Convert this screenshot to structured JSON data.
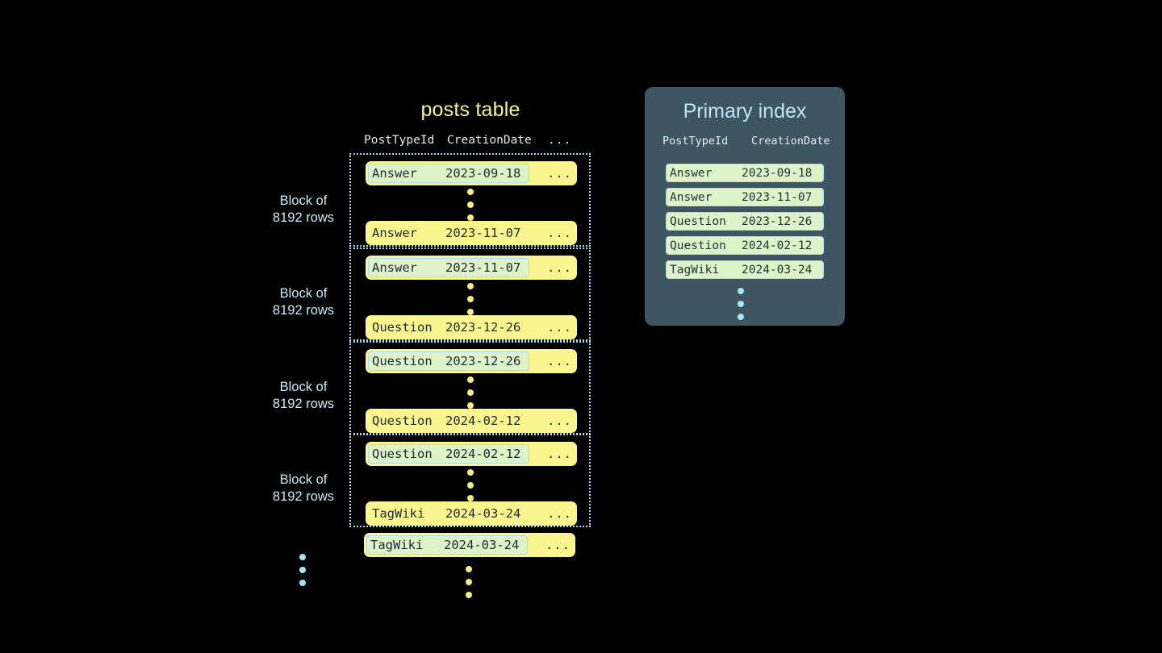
{
  "posts_table": {
    "title": "posts table",
    "columns": {
      "type": "PostTypeId",
      "date": "CreationDate",
      "more": "..."
    },
    "blocks": [
      {
        "label_line1": "Block of",
        "label_line2": "8192 rows",
        "first_row": {
          "type": "Answer",
          "date": "2023-09-18",
          "more": "...",
          "highlighted": true
        },
        "last_row": {
          "type": "Answer",
          "date": "2023-11-07",
          "more": "...",
          "highlighted": false
        }
      },
      {
        "label_line1": "Block of",
        "label_line2": "8192 rows",
        "first_row": {
          "type": "Answer",
          "date": "2023-11-07",
          "more": "...",
          "highlighted": true
        },
        "last_row": {
          "type": "Question",
          "date": "2023-12-26",
          "more": "...",
          "highlighted": false
        }
      },
      {
        "label_line1": "Block of",
        "label_line2": "8192 rows",
        "first_row": {
          "type": "Question",
          "date": "2023-12-26",
          "more": "...",
          "highlighted": true
        },
        "last_row": {
          "type": "Question",
          "date": "2024-02-12",
          "more": "...",
          "highlighted": false
        }
      },
      {
        "label_line1": "Block of",
        "label_line2": "8192 rows",
        "first_row": {
          "type": "Question",
          "date": "2024-02-12",
          "more": "...",
          "highlighted": true
        },
        "last_row": {
          "type": "TagWiki",
          "date": "2024-03-24",
          "more": "...",
          "highlighted": false
        }
      }
    ],
    "trailing_row": {
      "type": "TagWiki",
      "date": "2024-03-24",
      "more": "...",
      "highlighted": true
    }
  },
  "primary_index": {
    "title": "Primary index",
    "columns": {
      "type": "PostTypeId",
      "date": "CreationDate"
    },
    "entries": [
      {
        "type": "Answer",
        "date": "2023-09-18"
      },
      {
        "type": "Answer",
        "date": "2023-11-07"
      },
      {
        "type": "Question",
        "date": "2023-12-26"
      },
      {
        "type": "Question",
        "date": "2024-02-12"
      },
      {
        "type": "TagWiki",
        "date": "2024-03-24"
      }
    ]
  },
  "colors": {
    "background": "#000000",
    "row_yellow": "#fbf58d",
    "highlight_mint": "#dff3c9",
    "highlight_border": "#a9dcee",
    "block_border": "#9fdcee",
    "panel_slate": "#3e5562",
    "title_yellow": "#f7f38a",
    "title_blue": "#b9e7f7",
    "label_blue": "#c9ecf7"
  }
}
